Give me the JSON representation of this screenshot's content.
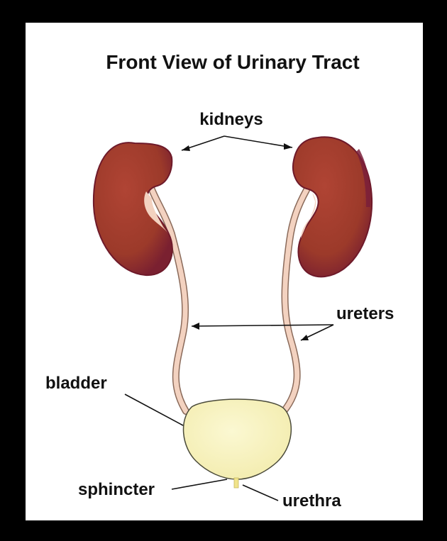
{
  "title": "Front View of Urinary Tract",
  "labels": {
    "kidneys": "kidneys",
    "ureters": "ureters",
    "bladder": "bladder",
    "sphincter": "sphincter",
    "urethra": "urethra"
  },
  "colors": {
    "frame": "#000000",
    "kidney": "#9c3a2a",
    "kidney_edge": "#7a1e3a",
    "ureter": "#f3d2c0",
    "bladder": "#f7f2b3",
    "text": "#111111"
  }
}
